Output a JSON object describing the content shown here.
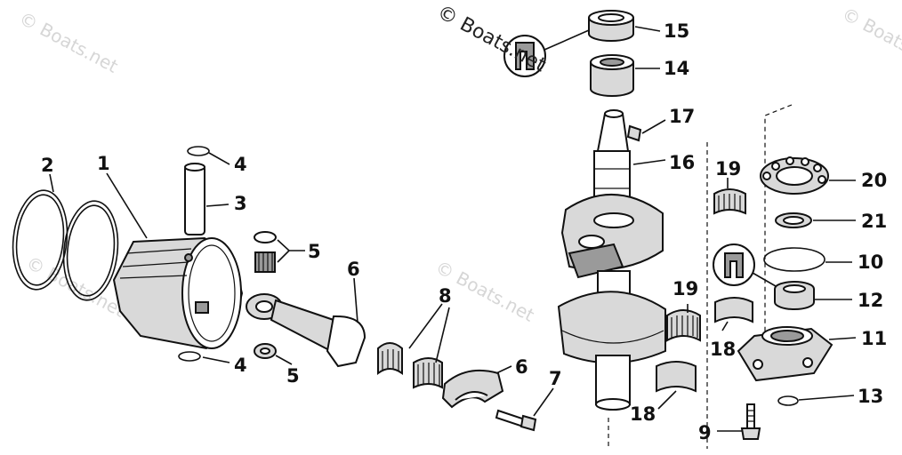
{
  "watermarks": {
    "top_left": "© Boats.net",
    "top_center": "© Boats.net",
    "top_right": "© Boats",
    "mid_left": "© Boats.net",
    "center": "© Boats.net"
  },
  "callouts": {
    "c1": "1",
    "c2": "2",
    "c3": "3",
    "c4a": "4",
    "c4b": "4",
    "c5a": "5",
    "c5b": "5",
    "c6a": "6",
    "c6b": "6",
    "c7": "7",
    "c8": "8",
    "c9": "9",
    "c10": "10",
    "c11": "11",
    "c12": "12",
    "c13": "13",
    "c14": "14",
    "c15": "15",
    "c16": "16",
    "c17": "17",
    "c18a": "18",
    "c18b": "18",
    "c19a": "19",
    "c19b": "19",
    "c20": "20",
    "c21": "21"
  },
  "colors": {
    "ink": "#111111",
    "shade": "#d9d9d9",
    "dark": "#9a9a9a",
    "watermark": "#d6d6d6"
  }
}
